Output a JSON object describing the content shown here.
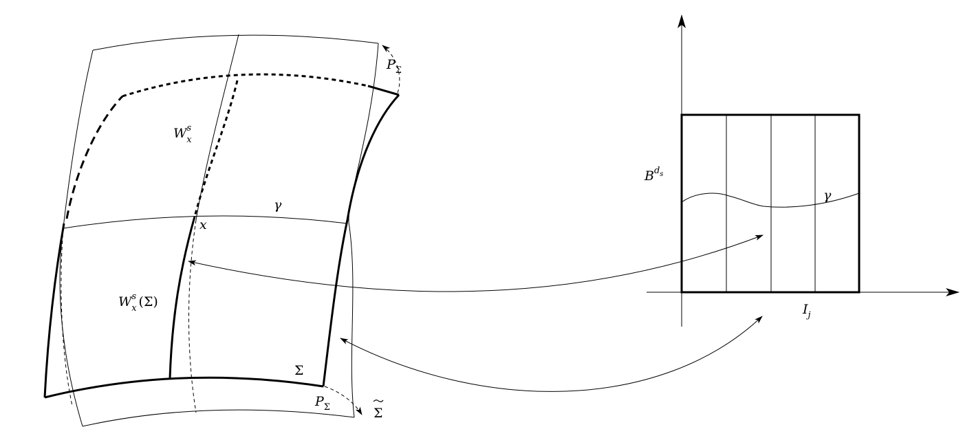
{
  "labels": {
    "p_sigma_top": {
      "main": "P",
      "sub": "Σ"
    },
    "w_x_s": {
      "main": "W",
      "sup": "s",
      "sub": "x"
    },
    "gamma_left": "γ",
    "x_point": "x",
    "w_x_s_sigma": {
      "main": "W",
      "sup": "s",
      "sub": "x",
      "arg": "(Σ)"
    },
    "sigma": "Σ",
    "p_sigma_bottom": {
      "main": "P",
      "sub": "Σ"
    },
    "sigma_tilde": "Σ",
    "b_ds": {
      "main": "B",
      "sup": "d",
      "supsub": "s"
    },
    "gamma_right": "γ",
    "i_j": {
      "main": "I",
      "sub": "j"
    }
  }
}
